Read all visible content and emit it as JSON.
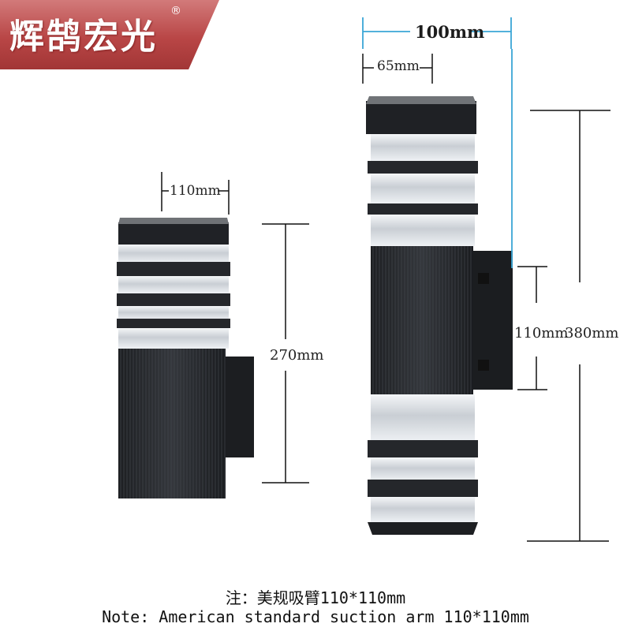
{
  "brand": {
    "name": "辉鹄宏光",
    "registered_mark": "®",
    "bg_color": "#b94646"
  },
  "dimensions": {
    "small_width": "110mm",
    "small_height": "270mm",
    "large_width": "100mm",
    "large_depth": "65mm",
    "arm_size": "110mm",
    "large_height": "380mm"
  },
  "colors": {
    "lamp_body": "#26282c",
    "dim_line": "#111111",
    "dim_line_blue": "#3aa6d6"
  },
  "note": {
    "line_cn": "注：美规吸臂110*110mm",
    "line_en": "Note: American standard suction arm 110*110mm"
  }
}
